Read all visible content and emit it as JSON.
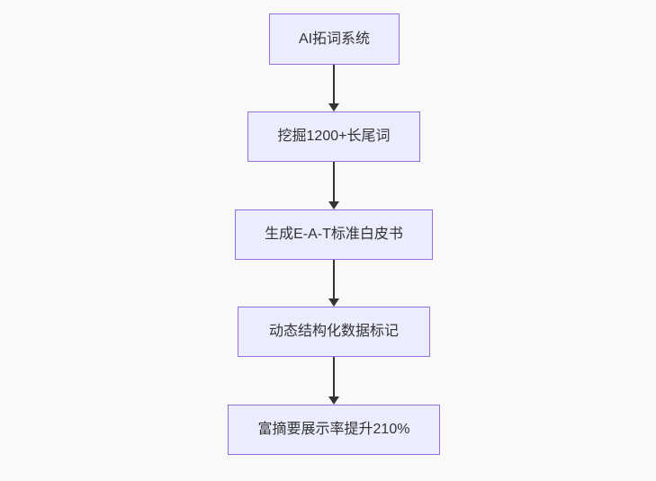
{
  "diagram": {
    "type": "flowchart",
    "direction": "top-to-bottom",
    "nodes": [
      {
        "label": "AI拓词系统"
      },
      {
        "label": "挖掘1200+长尾词"
      },
      {
        "label": "生成E-A-T标准白皮书"
      },
      {
        "label": "动态结构化数据标记"
      },
      {
        "label": "富摘要展示率提升210%"
      }
    ],
    "edges": [
      {
        "from": "AI拓词系统",
        "to": "挖掘1200+长尾词"
      },
      {
        "from": "挖掘1200+长尾词",
        "to": "生成E-A-T标准白皮书"
      },
      {
        "from": "生成E-A-T标准白皮书",
        "to": "动态结构化数据标记"
      },
      {
        "from": "动态结构化数据标记",
        "to": "富摘要展示率提升210%"
      }
    ],
    "colors": {
      "node_fill": "#ECECFF",
      "node_border": "#9370DB",
      "node_text": "#333333",
      "arrow": "#333333",
      "background": "#F9F9F9"
    }
  }
}
